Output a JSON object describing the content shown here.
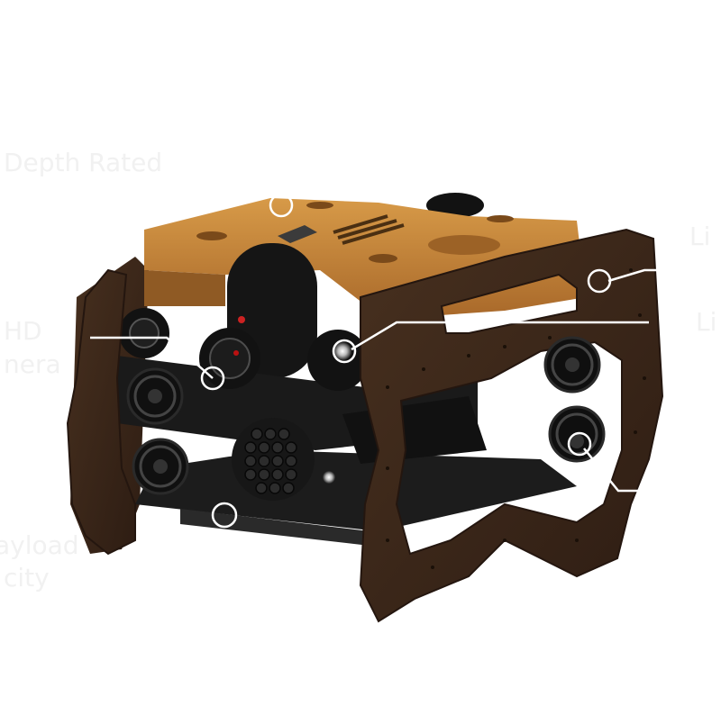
{
  "labels": {
    "depth_rated": "Depth Rated",
    "lights_1": "Li",
    "lights_2": "Li",
    "hd_camera_line1": "HD",
    "hd_camera_line2": "nera",
    "payload_line1": "ayload",
    "payload_line2": "city"
  },
  "colors": {
    "background": "#ffffff",
    "frame": "#3a2418",
    "frame_edge": "#24160f",
    "hull": "#c98a3a",
    "hull_shadow": "#9a6227",
    "black_parts": "#141414",
    "callout_line": "#ffffff",
    "label_text": "#f1f1f1"
  },
  "icons": {
    "thruster": "thruster-icon",
    "light": "light-icon",
    "camera": "camera-icon",
    "connector": "connector-bank-icon",
    "callout_dot": "callout-circle-icon"
  }
}
